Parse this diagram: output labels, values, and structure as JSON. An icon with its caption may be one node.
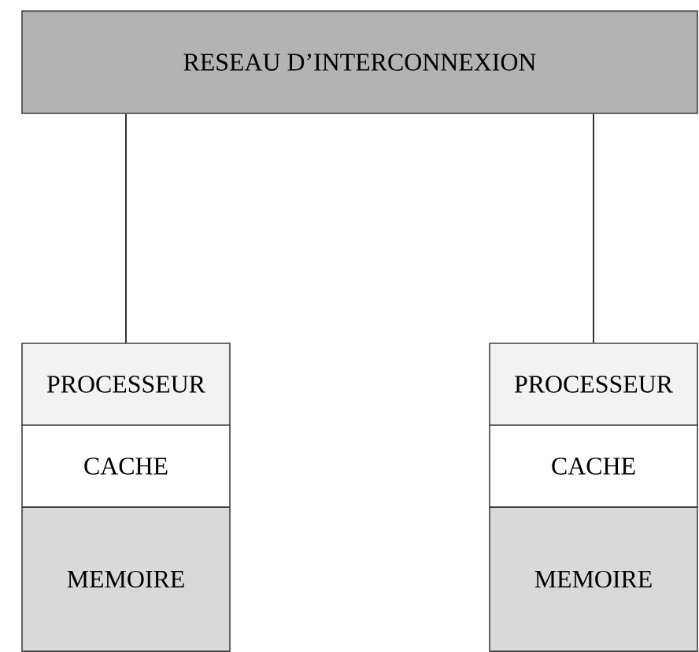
{
  "diagram": {
    "nodes": [
      {
        "text": [
          "RESEAU D’INTERCONNEXION"
        ]
      },
      {
        "text": [
          "PROCESSEUR"
        ]
      },
      {
        "text": [
          "CACHE"
        ]
      },
      {
        "text": [
          "MEMOIRE"
        ]
      },
      {
        "text": [
          "PROCESSEUR"
        ]
      },
      {
        "text": [
          "CACHE"
        ]
      },
      {
        "text": [
          "MEMOIRE"
        ]
      }
    ],
    "edges": [
      {
        "from": 0,
        "to": 1,
        "arrow": "none"
      },
      {
        "from": 0,
        "to": 4,
        "arrow": "none"
      }
    ]
  }
}
